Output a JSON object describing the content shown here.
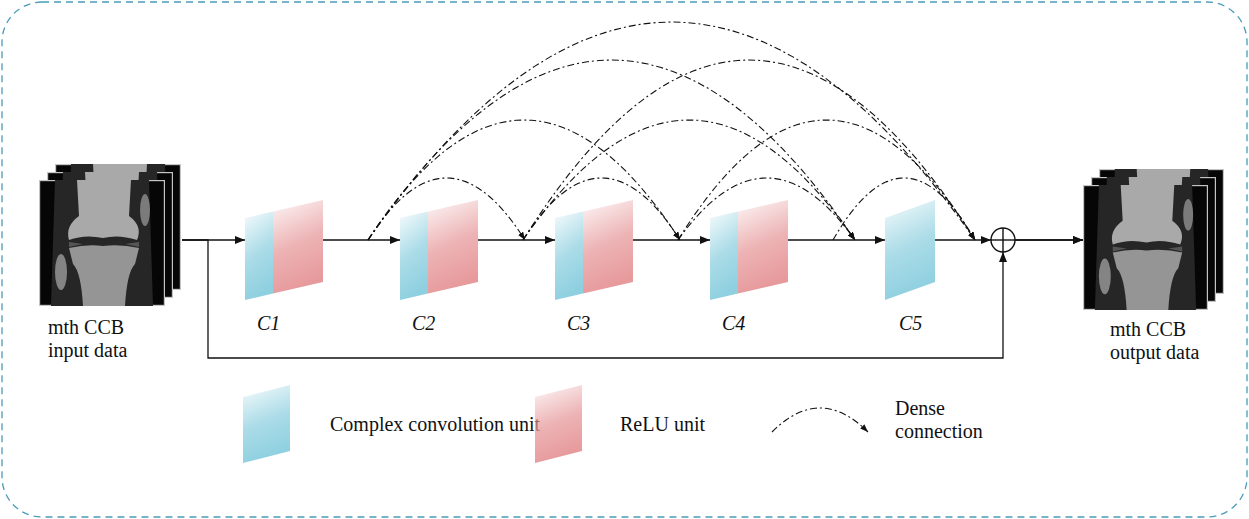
{
  "diagram": {
    "nodes": [
      {
        "text": [
          "mth CCB input data"
        ]
      },
      {
        "text": [
          "C1"
        ]
      },
      {
        "text": [
          "C2"
        ]
      },
      {
        "text": [
          "C3"
        ]
      },
      {
        "text": [
          "C4"
        ]
      },
      {
        "text": [
          "C5"
        ]
      },
      {
        "text": [
          "mth CCB output data"
        ]
      }
    ],
    "edges": [
      {
        "from": 0,
        "to": 1,
        "arrow": "to"
      },
      {
        "from": 1,
        "to": 2,
        "arrow": "to"
      },
      {
        "from": 2,
        "to": 3,
        "arrow": "to"
      },
      {
        "from": 3,
        "to": 4,
        "arrow": "to"
      },
      {
        "from": 4,
        "to": 5,
        "arrow": "to"
      },
      {
        "from": 5,
        "to": 6,
        "arrow": "to"
      },
      {
        "from": 0,
        "to": 6,
        "arrow": "to"
      },
      {
        "from": 1,
        "to": 3,
        "arrow": "to"
      },
      {
        "from": 1,
        "to": 4,
        "arrow": "to"
      },
      {
        "from": 1,
        "to": 5,
        "arrow": "to"
      },
      {
        "from": 1,
        "to": 6,
        "arrow": "to"
      },
      {
        "from": 2,
        "to": 4,
        "arrow": "to"
      },
      {
        "from": 2,
        "to": 5,
        "arrow": "to"
      },
      {
        "from": 2,
        "to": 6,
        "arrow": "to"
      },
      {
        "from": 3,
        "to": 5,
        "arrow": "to"
      },
      {
        "from": 3,
        "to": 6,
        "arrow": "to"
      },
      {
        "from": 4,
        "to": 6,
        "arrow": "to"
      }
    ],
    "legend": [
      {
        "text": "Complex convolution unit",
        "color": "#8fd0e0"
      },
      {
        "text": "ReLU unit",
        "color": "#e79a9c"
      },
      {
        "text": "Dense connection"
      }
    ]
  }
}
